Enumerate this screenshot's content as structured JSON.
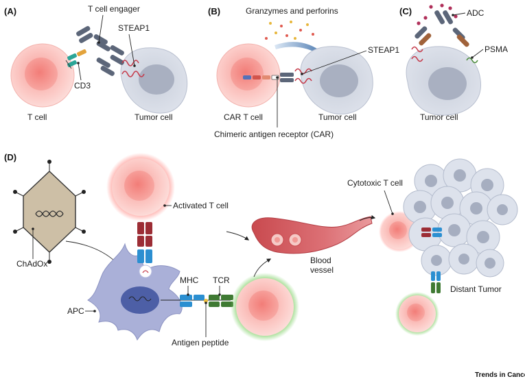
{
  "panels": {
    "a": "(A)",
    "b": "(B)",
    "c": "(C)",
    "d": "(D)"
  },
  "panel_a": {
    "t_cell_engager": "T cell engager",
    "steap1": "STEAP1",
    "cd3": "CD3",
    "t_cell": "T cell",
    "tumor_cell": "Tumor cell"
  },
  "panel_b": {
    "granzymes": "Granzymes and perforins",
    "steap1": "STEAP1",
    "car_t_cell": "CAR T cell",
    "tumor_cell": "Tumor cell",
    "car": "Chimeric antigen receptor (CAR)"
  },
  "panel_c": {
    "adc": "ADC",
    "psma": "PSMA",
    "tumor_cell": "Tumor cell"
  },
  "panel_d": {
    "activated_t_cell": "Activated T cell",
    "chadox": "ChAdOx",
    "mhc": "MHC",
    "tcr": "TCR",
    "apc": "APC",
    "antigen_peptide": "Antigen peptide",
    "blood_vessel_1": "Blood",
    "blood_vessel_2": "vessel",
    "cytotoxic_t_cell": "Cytotoxic T cell",
    "distant_tumor": "Distant Tumor"
  },
  "footer": {
    "brand": "Trends in Cancer"
  }
}
